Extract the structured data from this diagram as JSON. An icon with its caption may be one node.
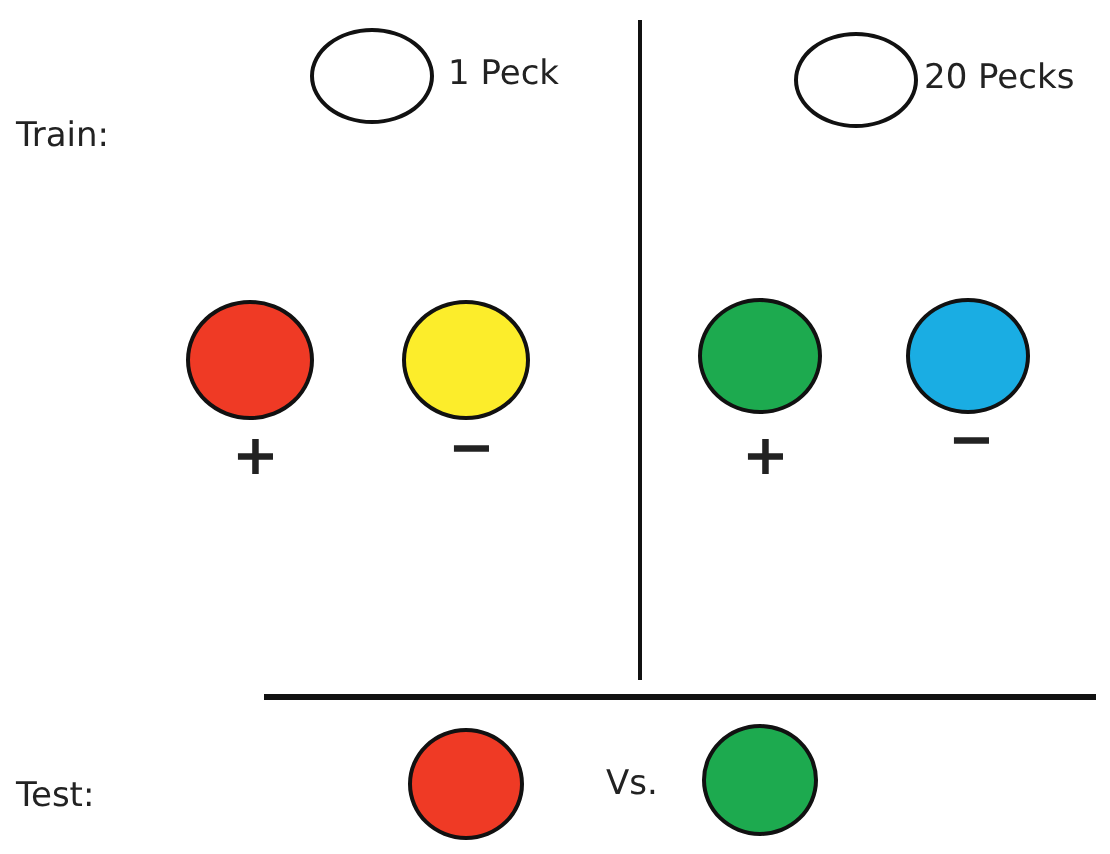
{
  "diagram": {
    "nodes": [
      {
        "text": [],
        "shape": "circle",
        "beside": [
          "1 Peck"
        ]
      },
      {
        "text": [],
        "shape": "circle",
        "beside": [
          "20 Pecks"
        ]
      },
      {
        "text": [],
        "shape": "circle",
        "beside": [
          "+"
        ]
      },
      {
        "text": [],
        "shape": "circle",
        "beside": [
          "−"
        ]
      },
      {
        "text": [],
        "shape": "circle",
        "beside": [
          "+"
        ]
      },
      {
        "text": [],
        "shape": "circle",
        "beside": [
          "−"
        ]
      },
      {
        "text": [],
        "shape": "circle"
      },
      {
        "text": [],
        "shape": "circle"
      }
    ],
    "labels": [
      "Train:",
      "Test:",
      "Vs."
    ]
  }
}
